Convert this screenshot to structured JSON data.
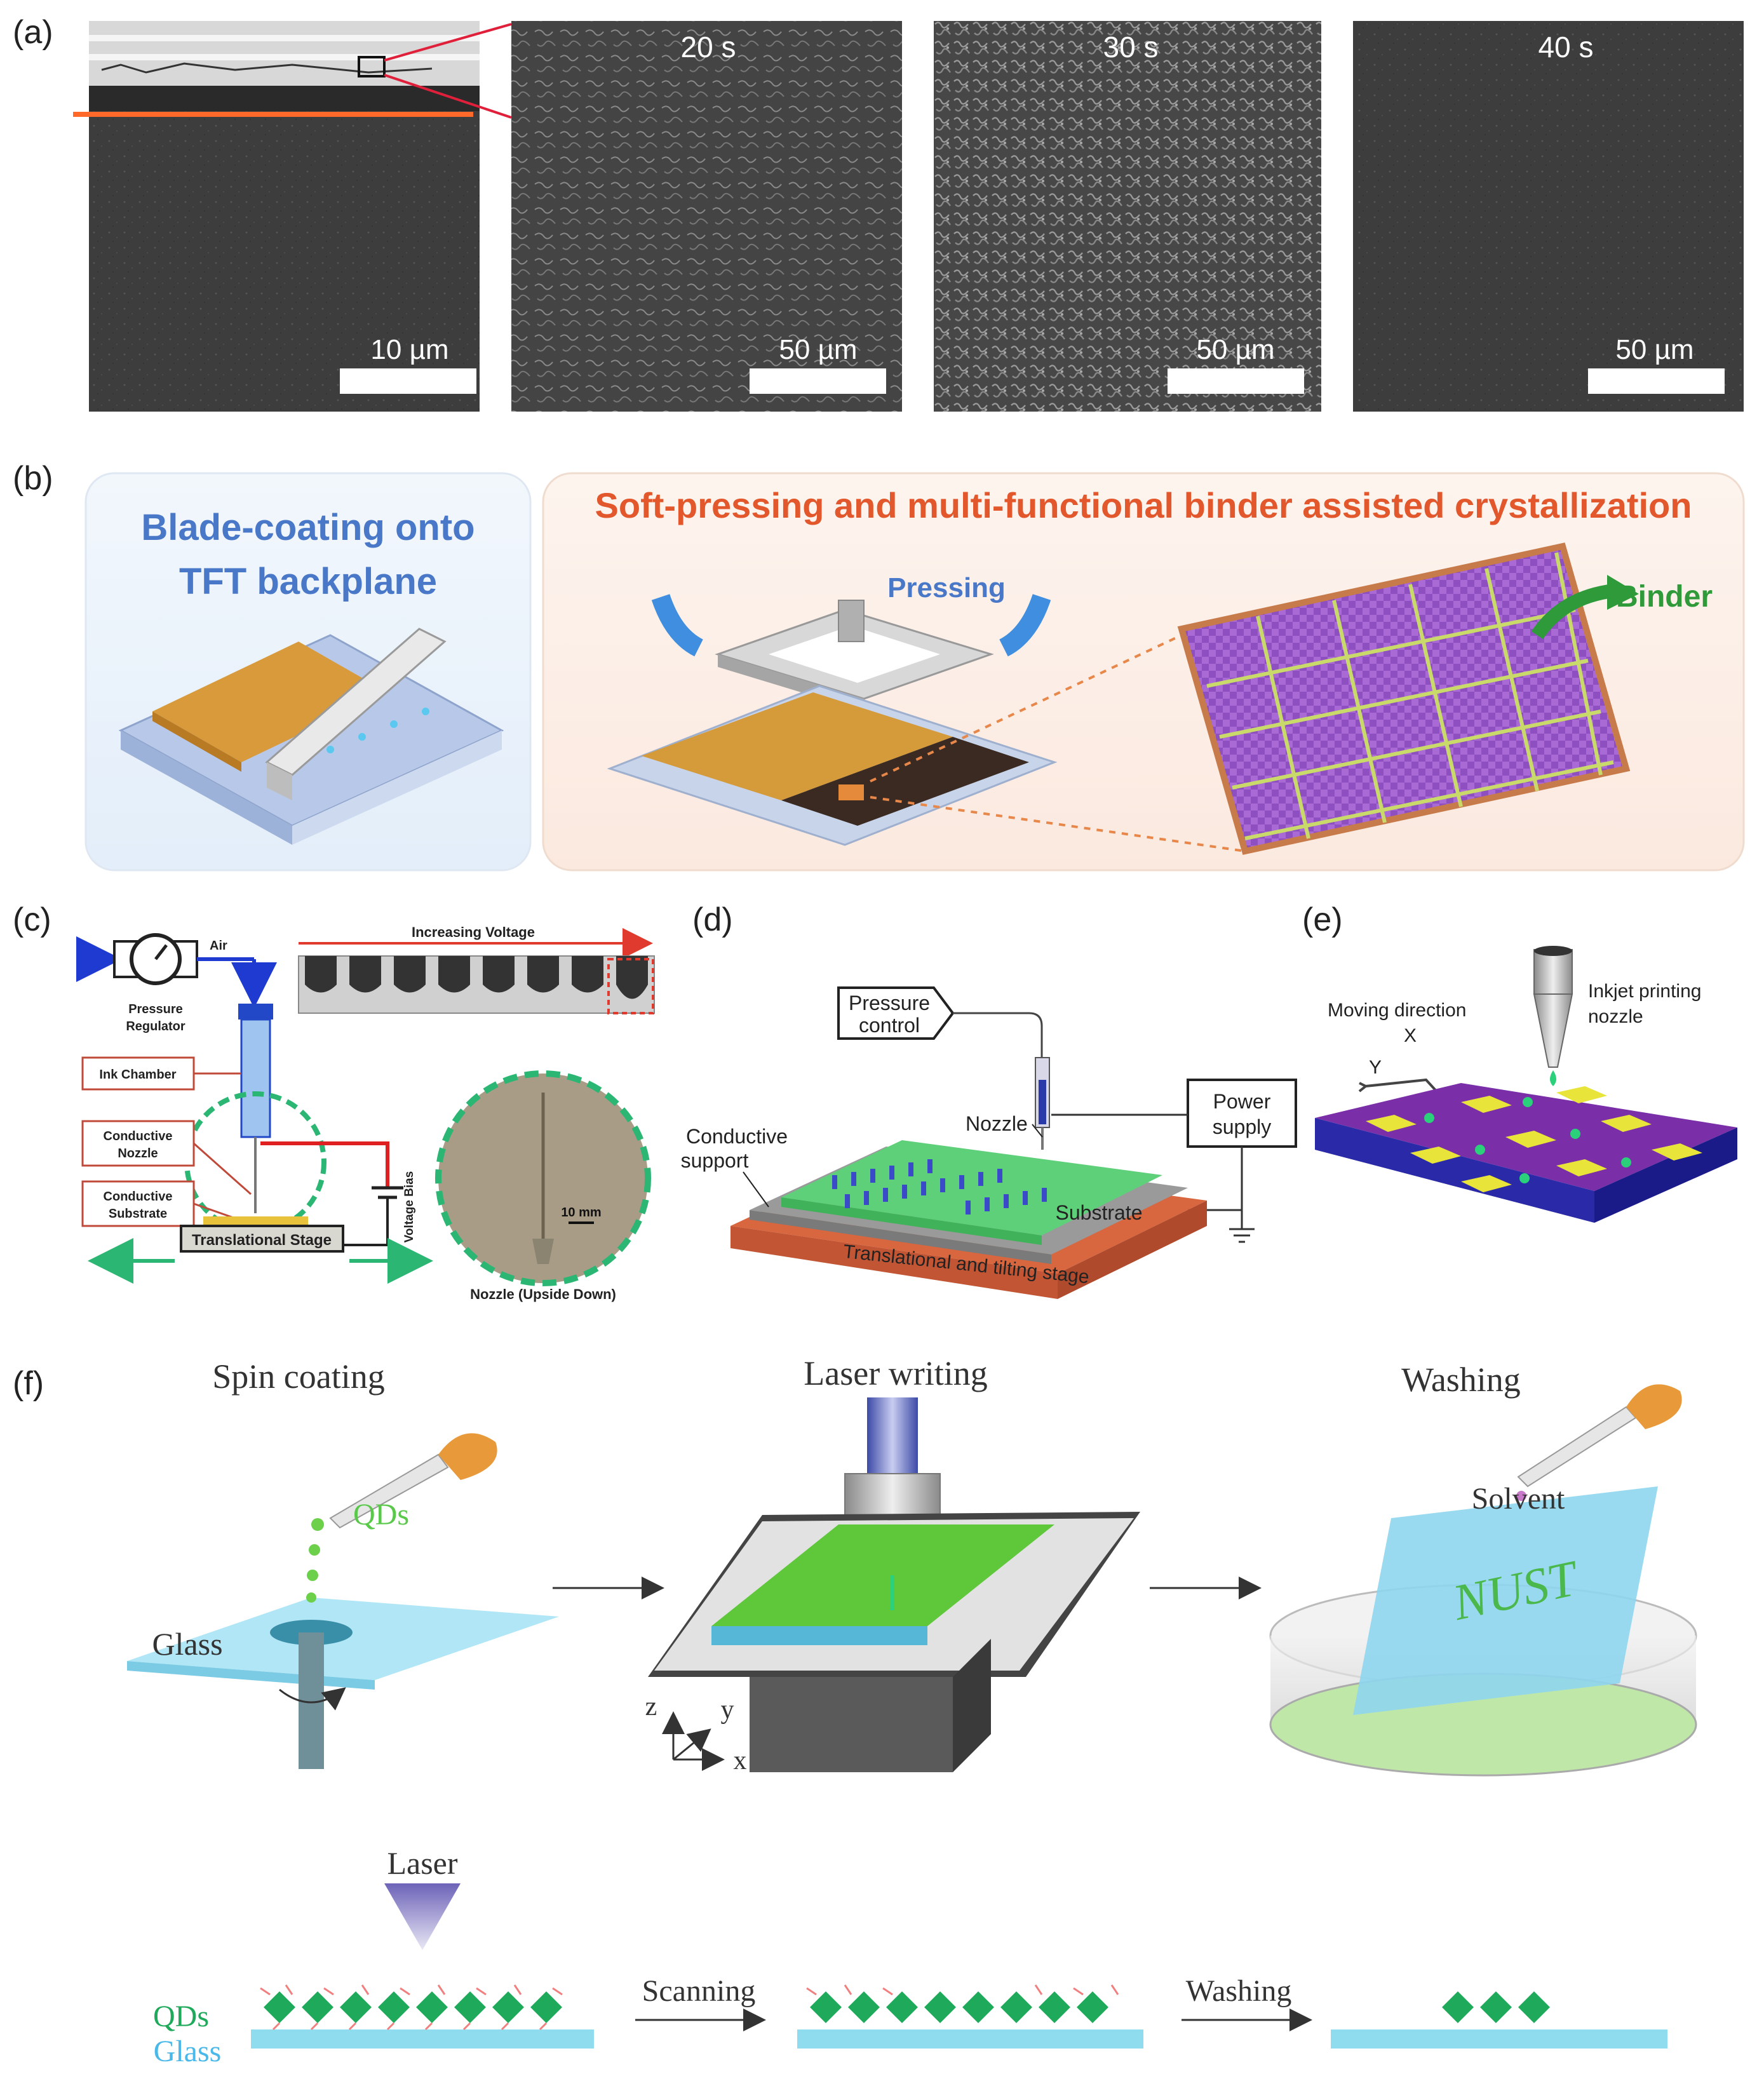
{
  "panel_labels": {
    "a": "(a)",
    "b": "(b)",
    "c": "(c)",
    "d": "(d)",
    "e": "(e)",
    "f": "(f)"
  },
  "panel_a": {
    "scalebar_main": "10 µm",
    "images": [
      {
        "time": "20 s",
        "scalebar": "50 µm"
      },
      {
        "time": "30 s",
        "scalebar": "50 µm"
      },
      {
        "time": "40 s",
        "scalebar": "50 µm"
      }
    ]
  },
  "panel_b": {
    "left_title": [
      "Blade-coating onto",
      "TFT backplane"
    ],
    "right_title": "Soft-pressing and multi-functional binder assisted crystallization",
    "pressing_label": "Pressing",
    "binder_label": "Binder",
    "colors": {
      "left_title": "#4a78c8",
      "right_title": "#e2572b",
      "binder": "#2e9a3a",
      "grain": "#9b59c9"
    }
  },
  "panel_c": {
    "air": "Air",
    "pressure_regulator": [
      "Pressure",
      "Regulator"
    ],
    "increasing_voltage": "Increasing Voltage",
    "ink_chamber": "Ink Chamber",
    "conductive_nozzle": [
      "Conductive",
      "Nozzle"
    ],
    "conductive_substrate": [
      "Conductive",
      "Substrate"
    ],
    "voltage_bias": "Voltage Bias",
    "translational_stage": "Translational Stage",
    "scale": "10 mm",
    "nozzle_caption": "Nozzle (Upside Down)"
  },
  "panel_d": {
    "pressure_control": [
      "Pressure",
      "control"
    ],
    "nozzle": "Nozzle",
    "power_supply": [
      "Power",
      "supply"
    ],
    "conductive_support": [
      "Conductive",
      "support"
    ],
    "substrate": "Substrate",
    "stage": "Translational and tilting stage"
  },
  "panel_e": {
    "moving_direction": "Moving direction",
    "x": "X",
    "y": "Y",
    "nozzle": [
      "Inkjet printing",
      "nozzle"
    ]
  },
  "panel_f": {
    "spin_coating": "Spin coating",
    "qds": "QDs",
    "glass": "Glass",
    "laser_writing": "Laser writing",
    "axis_z": "z",
    "axis_y": "y",
    "axis_x": "x",
    "washing": "Washing",
    "solvent": "Solvent",
    "nust": "NUST",
    "laser": "Laser",
    "scanning": "Scanning",
    "washing2": "Washing",
    "qds2": "QDs",
    "glass2": "Glass"
  }
}
